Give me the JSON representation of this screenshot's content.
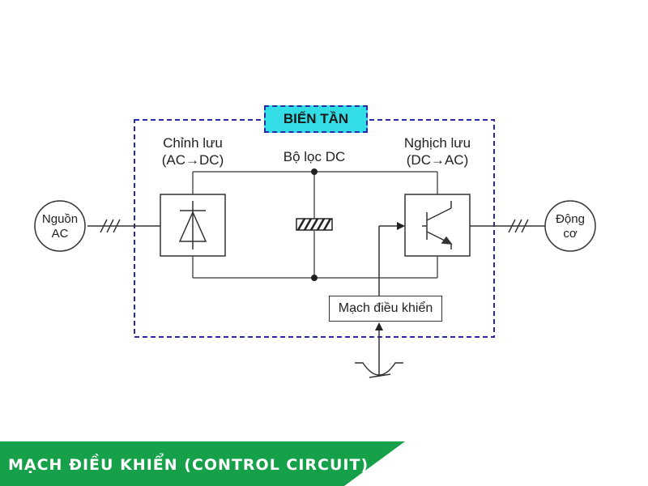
{
  "diagram": {
    "inverter_title": "BIẾN TẦN",
    "rectifier": {
      "name": "Chỉnh lưu",
      "sub": "(AC→DC)"
    },
    "dc_filter": "Bộ lọc DC",
    "inverter_stage": {
      "name": "Nghịch lưu",
      "sub": "(DC→AC)"
    },
    "control_circuit": "Mạch điều khiển",
    "source": {
      "line1": "Nguồn",
      "line2": "AC"
    },
    "motor": {
      "line1": "Động",
      "line2": "cơ"
    }
  },
  "banner": {
    "text": "MẠCH ĐIỀU KHIỂN (CONTROL CIRCUIT)"
  },
  "colors": {
    "banner": "#16a04a",
    "title_fill": "#33dde6",
    "dashed_border": "#2a2aa6"
  }
}
